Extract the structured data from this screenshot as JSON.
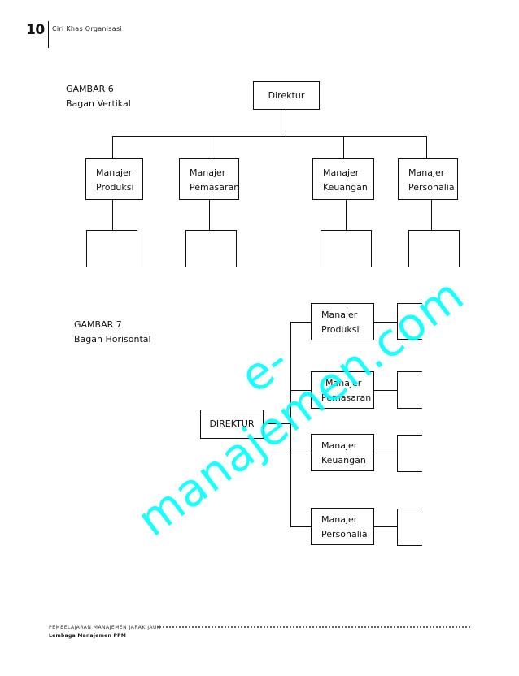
{
  "header": {
    "page_number": "10",
    "title": "Ciri Khas Organisasi"
  },
  "figure6": {
    "caption_line1": "GAMBAR 6",
    "caption_line2": "Bagan Vertikal",
    "top": "Direktur",
    "managers": [
      {
        "line1": "Manajer",
        "line2": "Produksi"
      },
      {
        "line1": "Manajer",
        "line2": "Pemasaran"
      },
      {
        "line1": "Manajer",
        "line2": "Keuangan"
      },
      {
        "line1": "Manajer",
        "line2": "Personalia"
      }
    ]
  },
  "figure7": {
    "caption_line1": "GAMBAR 7",
    "caption_line2": "Bagan Horisontal",
    "top": "DIREKTUR",
    "managers": [
      {
        "line1": "Manajer",
        "line2": "Produksi"
      },
      {
        "line1": "Manajer",
        "line2": "Pemasaran"
      },
      {
        "line1": "Manajer",
        "line2": "Keuangan"
      },
      {
        "line1": "Manajer",
        "line2": "Personalia"
      }
    ]
  },
  "watermark": "e-manajemen.com",
  "footer": {
    "line1": "PEMBELAJARAN MANAJEMEN JARAK JAUH",
    "line2": "Lembaga Manajemen PPM"
  }
}
